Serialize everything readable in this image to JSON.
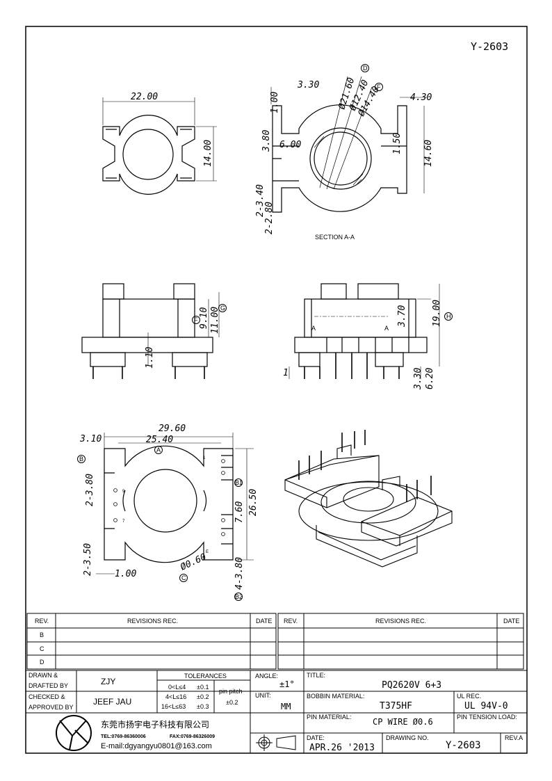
{
  "doc_number": "Y-2603",
  "drawing": {
    "top_left": {
      "d_width": "22.00",
      "d_height": "14.00"
    },
    "top_right": {
      "d1": "3.30",
      "d2": "1.00",
      "d3": "Ø21.60",
      "d4": "Ø12.40",
      "d4_mark": "D",
      "d5": "Ø14.40",
      "d5_mark": "F",
      "d6": "4.30",
      "d7": "3.80",
      "d8": "6.00",
      "d9": "1.50",
      "d10": "14.60",
      "d11": "2-3.40",
      "d12": "2-2.80",
      "section": "SECTION A-A"
    },
    "middle_left": {
      "d1": "9.10",
      "d1_mark": "F",
      "d2": "11.00",
      "d2_mark": "G",
      "d3": "1.10"
    },
    "middle_right": {
      "d1": "3.70",
      "d2": "19.00",
      "d2_mark": "H",
      "d3": "3.30",
      "d4": "6.20",
      "d5": "1",
      "section_mark": "A"
    },
    "bottom_left": {
      "d1": "29.60",
      "d2": "25.40",
      "d2_mark": "A",
      "d3": "3.10",
      "d4": "2-3.80",
      "d4_mark": "B",
      "d5": "B1",
      "d6": "7.60",
      "d7": "26.50",
      "d8": "2-3.50",
      "d9": "1.00",
      "d10": "Ø0.60",
      "d10_mark": "C",
      "d11": "4-3.80",
      "d12": "B2",
      "pin_1": "1",
      "pin_9": "9",
      "pin_7": "7",
      "pin_e": "E"
    }
  },
  "revisions": {
    "rev_header": "REV.",
    "rec_header": "REVISIONS    REC.",
    "date_header": "DATE",
    "left_rows": [
      "B",
      "C",
      "D"
    ]
  },
  "title_block": {
    "drawn_label": "DRAWN  &",
    "drafted_label": "DRAFTED  BY",
    "drawn_value": "ZJY",
    "checked_label": "CHECKED  &",
    "approved_label": "APPROVED  BY",
    "checked_value": "JEEF JAU",
    "tolerances_label": "TOLERANCES",
    "tol_rows": [
      {
        "range": "0<L≤4",
        "value": "±0.1"
      },
      {
        "range": "4<L≤16",
        "value": "±0.2"
      },
      {
        "range": "16<L≤63",
        "value": "±0.3"
      }
    ],
    "pin_pitch_label": "pin pitch",
    "pin_pitch_value": "±0.2",
    "angle_label": "ANGLE:",
    "angle_value": "±1°",
    "unit_label": "UNIT:",
    "unit_value": "MM",
    "title_label": "TITLE:",
    "title_value": "PQ2620V  6+3",
    "bobbin_label": "BOBBIN  MATERIAL:",
    "bobbin_value": "T375HF",
    "ul_label": "UL  REC.",
    "ul_value": "UL  94V-0",
    "pin_material_label": "PIN  MATERIAL:",
    "pin_material_value": "CP  WIRE  Ø0.6",
    "pin_tension_label": "PIN  TENSION  LOAD:",
    "date_label": "DATE:",
    "date_value": "APR.26  '2013",
    "drawing_no_label": "DRAWING  NO.",
    "drawing_no_value": "Y-2603",
    "rev_label": "REV.A",
    "company_name": "东莞市扬宇电子科技有限公司",
    "tel": "TEL:0769-86360006",
    "fax": "FAX:0769-86326009",
    "email": "E-mail:dgyangyu0801@163.com"
  }
}
